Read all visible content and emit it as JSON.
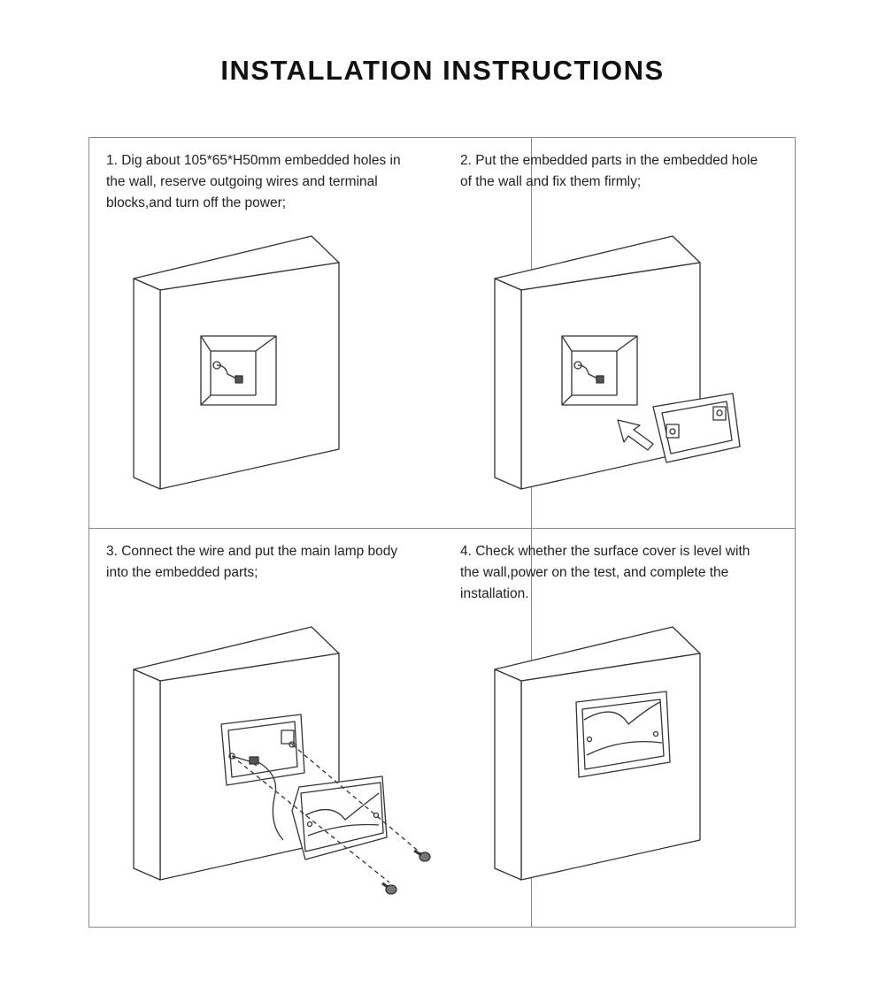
{
  "title": "INSTALLATION INSTRUCTIONS",
  "steps": [
    {
      "lines": [
        "1. Dig about 105*65*H50mm embedded holes in",
        "the wall, reserve outgoing wires and terminal",
        "blocks,and turn off the power;"
      ]
    },
    {
      "lines": [
        "2. Put the embedded parts in the embedded hole",
        "of the wall and fix them firmly;"
      ]
    },
    {
      "lines": [
        "3. Connect the wire and put the main lamp body",
        "into the embedded parts;"
      ]
    },
    {
      "lines": [
        "4. Check whether the surface cover is level with",
        "the wall,power on the test, and complete the",
        "installation."
      ]
    }
  ]
}
